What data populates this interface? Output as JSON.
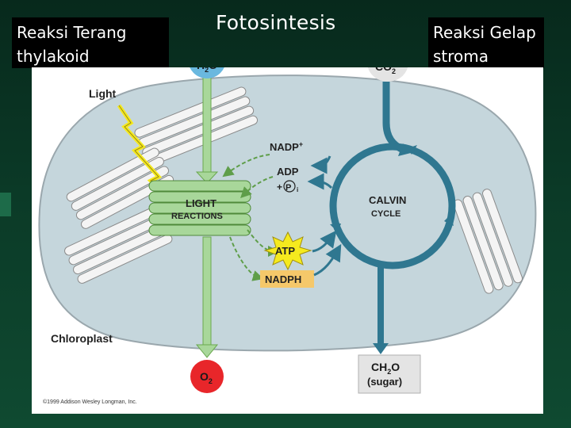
{
  "slide": {
    "title": "Fotosintesis",
    "left_box": {
      "line1": "Reaksi Terang",
      "line2": "thylakoid"
    },
    "right_box": {
      "line1": "Reaksi Gelap",
      "line2": "stroma"
    }
  },
  "diagram": {
    "labels": {
      "light": "Light",
      "light_reactions_1": "LIGHT",
      "light_reactions_2": "REACTIONS",
      "calvin_1": "CALVIN",
      "calvin_2": "CYCLE",
      "chloroplast": "Chloroplast",
      "nadp": "NADP",
      "nadp_sup": "+",
      "adp": "ADP",
      "pi_plus": "+",
      "pi": "P",
      "pi_sub": "i",
      "atp": "ATP",
      "nadph": "NADPH",
      "h2o_h": "H",
      "h2o_sub": "2",
      "h2o_o": "O",
      "co2_co": "CO",
      "co2_sub": "2",
      "o2_o": "O",
      "o2_sub": "2",
      "ch2o_ch": "CH",
      "ch2o_sub": "2",
      "ch2o_o": "O",
      "sugar": "(sugar)",
      "copyright": "©1999 Addison Wesley Longman, Inc."
    },
    "colors": {
      "stroma": "#c5d6dc",
      "light_flow": "#a8d79a",
      "calvin_flow": "#2f7790",
      "o2_circle": "#e8262a",
      "h2o_circle": "#6ab8df",
      "atp_star": "#f5ea1e",
      "nadph_box": "#f5c86a",
      "slide_background": "#0b3a27"
    }
  }
}
